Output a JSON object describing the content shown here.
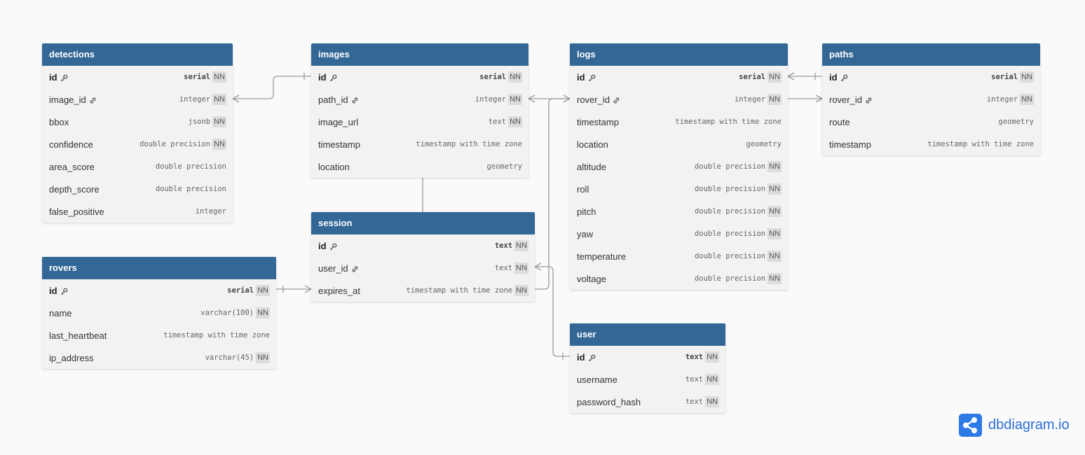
{
  "tables": [
    {
      "id": "detections",
      "name": "detections",
      "fields": [
        {
          "name": "id",
          "type": "serial",
          "nn": true,
          "pk": true,
          "icon": "key-icon"
        },
        {
          "name": "image_id",
          "type": "integer",
          "nn": true,
          "icon": "link-icon"
        },
        {
          "name": "bbox",
          "type": "jsonb",
          "nn": true
        },
        {
          "name": "confidence",
          "type": "double precision",
          "nn": true
        },
        {
          "name": "area_score",
          "type": "double precision",
          "nn": false
        },
        {
          "name": "depth_score",
          "type": "double precision",
          "nn": false
        },
        {
          "name": "false_positive",
          "type": "integer",
          "nn": false
        }
      ]
    },
    {
      "id": "images",
      "name": "images",
      "fields": [
        {
          "name": "id",
          "type": "serial",
          "nn": true,
          "pk": true,
          "icon": "key-icon"
        },
        {
          "name": "path_id",
          "type": "integer",
          "nn": true,
          "icon": "link-icon"
        },
        {
          "name": "image_url",
          "type": "text",
          "nn": true
        },
        {
          "name": "timestamp",
          "type": "timestamp with time zone",
          "nn": false
        },
        {
          "name": "location",
          "type": "geometry",
          "nn": false
        }
      ]
    },
    {
      "id": "logs",
      "name": "logs",
      "fields": [
        {
          "name": "id",
          "type": "serial",
          "nn": true,
          "pk": true,
          "icon": "key-icon"
        },
        {
          "name": "rover_id",
          "type": "integer",
          "nn": true,
          "icon": "link-icon"
        },
        {
          "name": "timestamp",
          "type": "timestamp with time zone",
          "nn": false
        },
        {
          "name": "location",
          "type": "geometry",
          "nn": false
        },
        {
          "name": "altitude",
          "type": "double precision",
          "nn": true
        },
        {
          "name": "roll",
          "type": "double precision",
          "nn": true
        },
        {
          "name": "pitch",
          "type": "double precision",
          "nn": true
        },
        {
          "name": "yaw",
          "type": "double precision",
          "nn": true
        },
        {
          "name": "temperature",
          "type": "double precision",
          "nn": true
        },
        {
          "name": "voltage",
          "type": "double precision",
          "nn": true
        }
      ]
    },
    {
      "id": "paths",
      "name": "paths",
      "fields": [
        {
          "name": "id",
          "type": "serial",
          "nn": true,
          "pk": true,
          "icon": "key-icon"
        },
        {
          "name": "rover_id",
          "type": "integer",
          "nn": true,
          "icon": "link-icon"
        },
        {
          "name": "route",
          "type": "geometry",
          "nn": false
        },
        {
          "name": "timestamp",
          "type": "timestamp with time zone",
          "nn": false
        }
      ]
    },
    {
      "id": "session",
      "name": "session",
      "fields": [
        {
          "name": "id",
          "type": "text",
          "nn": true,
          "pk": true,
          "icon": "key-icon"
        },
        {
          "name": "user_id",
          "type": "text",
          "nn": true,
          "icon": "link-icon"
        },
        {
          "name": "expires_at",
          "type": "timestamp with time zone",
          "nn": true
        }
      ]
    },
    {
      "id": "rovers",
      "name": "rovers",
      "fields": [
        {
          "name": "id",
          "type": "serial",
          "nn": true,
          "pk": true,
          "icon": "key-icon"
        },
        {
          "name": "name",
          "type": "varchar(100)",
          "nn": true
        },
        {
          "name": "last_heartbeat",
          "type": "timestamp with time zone",
          "nn": false
        },
        {
          "name": "ip_address",
          "type": "varchar(45)",
          "nn": true
        }
      ]
    },
    {
      "id": "user",
      "name": "user",
      "fields": [
        {
          "name": "id",
          "type": "text",
          "nn": true,
          "pk": true,
          "icon": "key-icon"
        },
        {
          "name": "username",
          "type": "text",
          "nn": true
        },
        {
          "name": "password_hash",
          "type": "text",
          "nn": true
        }
      ]
    }
  ],
  "nn_label": "NN",
  "relationships": [
    {
      "from": "detections.image_id",
      "to": "images.id",
      "from_card": "many",
      "to_card": "one"
    },
    {
      "from": "images.path_id",
      "to": "logs.rover_id",
      "from_card": "many",
      "to_card": "many"
    },
    {
      "from": "logs.id",
      "to": "paths.id",
      "from_card": "many",
      "to_card": "one"
    },
    {
      "from": "logs.rover_id",
      "to": "paths.rover_id",
      "from_card": "many",
      "to_card": "many"
    },
    {
      "from": "images",
      "to": "session",
      "from_card": "one",
      "to_card": "one"
    },
    {
      "from": "rovers.id",
      "to": "session.expires_at",
      "from_card": "one",
      "to_card": "many"
    },
    {
      "from": "session.user_id",
      "to": "user.id",
      "from_card": "many",
      "to_card": "one"
    }
  ],
  "brand": {
    "name": "dbdiagram.io",
    "color": "#2c7ae5"
  },
  "colors": {
    "header": "#336796",
    "body": "#f2f2f3",
    "line": "#9a9a9a"
  }
}
